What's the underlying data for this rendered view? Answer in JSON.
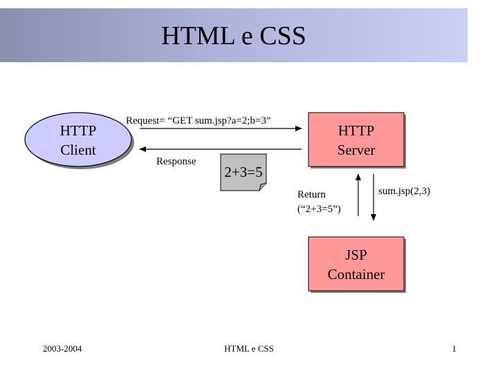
{
  "slide": {
    "title": "HTML e CSS"
  },
  "diagram": {
    "nodes": {
      "http_client": {
        "line1": "HTTP",
        "line2": "Client"
      },
      "http_server": {
        "line1": "HTTP",
        "line2": "Server"
      },
      "jsp_container": {
        "line1": "JSP",
        "line2": "Container"
      },
      "result_note": {
        "text": "2+3=5"
      }
    },
    "edges": {
      "request": {
        "label": "Request= “GET sum.jsp?a=2;b=3”"
      },
      "response": {
        "label": "Response"
      },
      "return": {
        "line1": "Return",
        "line2": "(“2+3=5”)"
      },
      "call": {
        "label": "sum.jsp(2,3)"
      }
    },
    "colors": {
      "client_fill": "#ccccff",
      "server_fill": "#ff9999",
      "container_fill": "#ff9999",
      "note_fill": "#c0c0c0",
      "shadow": "#7f7f7f"
    }
  },
  "footer": {
    "left": "2003-2004",
    "center": "HTML e CSS",
    "page": "1"
  }
}
